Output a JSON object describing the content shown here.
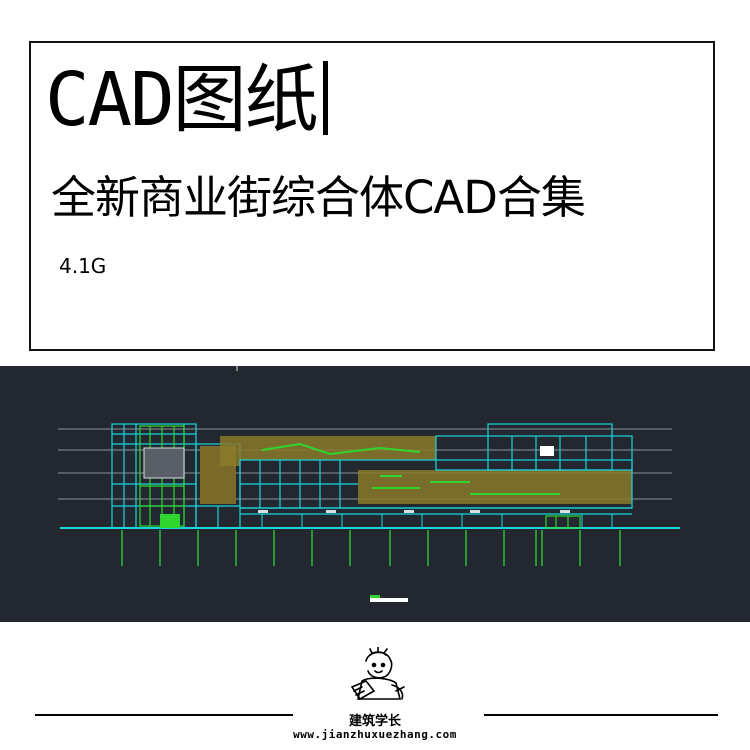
{
  "header": {
    "title": "CAD图纸",
    "subtitle": "全新商业街综合体CAD合集",
    "size": "4.1G"
  },
  "drawing": {
    "kind": "CAD commercial street elevation drawing",
    "colors": {
      "background": "#23272f",
      "outline": "#19d6dc",
      "green": "#2fd42f",
      "hatch": "#8a7a2a"
    }
  },
  "footer": {
    "brand_name": "建筑学长",
    "url": "www.jianzhuxuezhang.com"
  }
}
